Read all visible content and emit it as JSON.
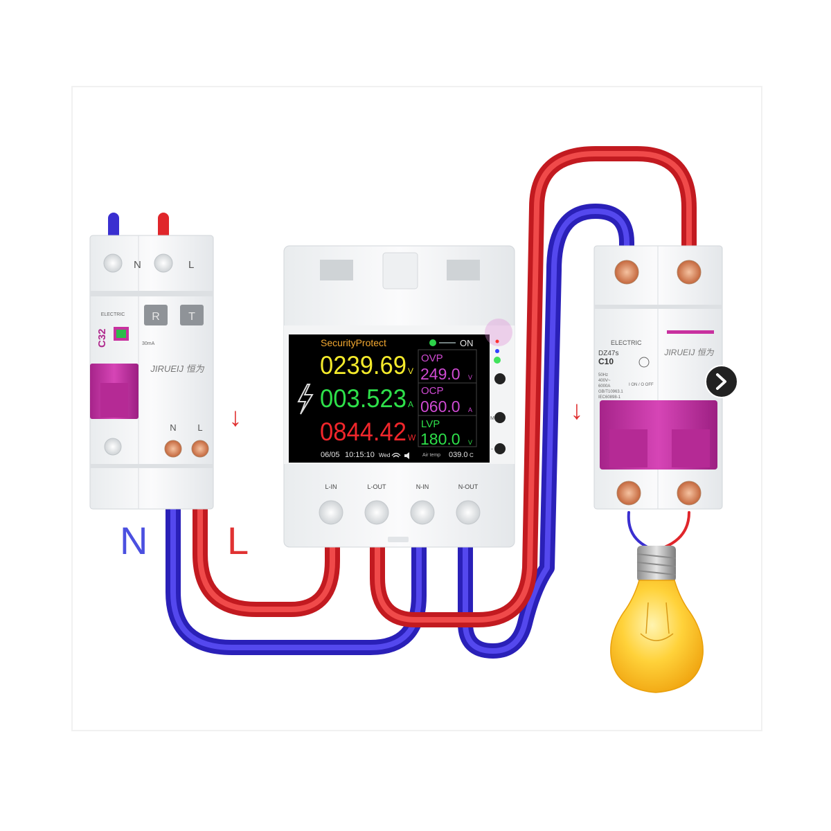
{
  "labels": {
    "n": "N",
    "l": "L",
    "down_arrow": "↓"
  },
  "rcbo": {
    "top_n": "N",
    "top_l": "L",
    "btn_r": "R",
    "btn_t": "T",
    "brand_small": "ELECTRIC",
    "rating": "C32",
    "ma": "30mA",
    "brand": "JIRUEIJ 恒为",
    "bottom_n": "N",
    "bottom_l": "L"
  },
  "meter": {
    "title": "SecurityProtect",
    "status": "ON",
    "voltage": "0239.69",
    "voltage_unit": "V",
    "current": "003.523",
    "current_unit": "A",
    "power": "0844.42",
    "power_unit": "W",
    "ovp_label": "OVP",
    "ovp_value": "249.0",
    "ovp_unit": "V",
    "ocp_label": "OCP",
    "ocp_value": "060.0",
    "ocp_unit": "A",
    "lvp_label": "LVP",
    "lvp_value": "180.0",
    "lvp_unit": "V",
    "date": "06/05",
    "time": "10:15:10",
    "weekday": "Wed",
    "temp_label": "Air temp",
    "temp_value": "039.0",
    "temp_unit": "C",
    "btn_m": "M",
    "btn_minus": "-",
    "terminals": [
      "L-IN",
      "L-OUT",
      "N-IN",
      "N-OUT"
    ]
  },
  "breaker": {
    "brand_small": "ELECTRIC",
    "model": "DZ47s",
    "rating": "C10",
    "brand": "JIRUEIJ 恒为",
    "spec_lines": [
      "50Hz",
      "400V~",
      "6000A",
      "GB/T10963.1",
      "IEC60898-1"
    ],
    "on_off": "I ON / O OFF"
  },
  "colors": {
    "red_wire": "#e0262b",
    "blue_wire": "#3a2fd0",
    "magenta": "#c8319f",
    "label_blue": "#4b50e0",
    "label_red": "#e03232"
  }
}
